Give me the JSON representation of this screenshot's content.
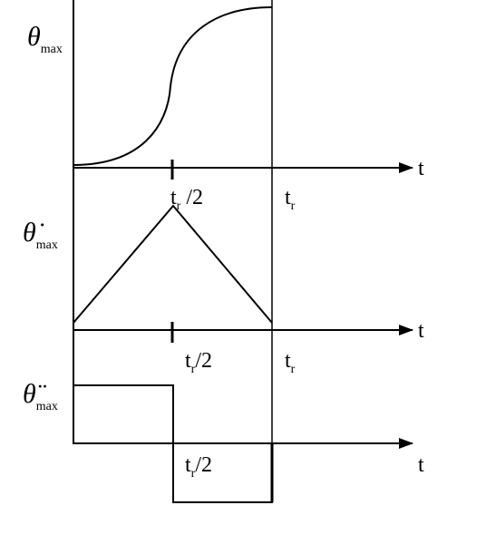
{
  "symbols": {
    "theta": "θ",
    "theta_dot": "θ̇",
    "theta_ddot": "θ̈",
    "max": "max"
  },
  "axis_label": "t",
  "ticks": {
    "t": "t",
    "r": "r",
    "half": " /2",
    "half_tight": "/2"
  }
}
